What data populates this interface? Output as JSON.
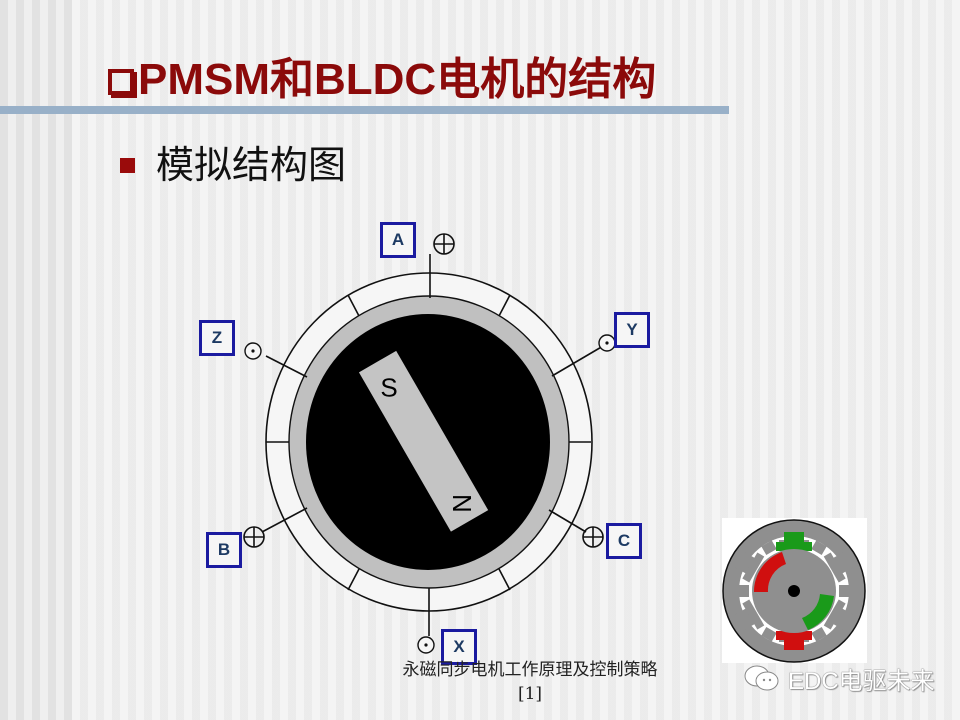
{
  "slide": {
    "title": "PMSM和BLDC电机的结构",
    "title_bullet_icon": "hollow-square-bullet",
    "bullet": {
      "icon": "filled-square-bullet",
      "text": "模拟结构图"
    },
    "colors": {
      "title": "#8b0a0a",
      "rule": "#98b0c8",
      "label_border": "#1b1ba0",
      "label_text": "#1d3a63"
    }
  },
  "diagram": {
    "rotor_magnet": {
      "south_label": "S",
      "north_label": "N"
    },
    "phase_labels": [
      {
        "id": "A",
        "label": "A",
        "symbol": "cross-circle"
      },
      {
        "id": "Y",
        "label": "Y",
        "symbol": "dot-circle"
      },
      {
        "id": "C",
        "label": "C",
        "symbol": "cross-circle"
      },
      {
        "id": "X",
        "label": "X",
        "symbol": "dot-circle"
      },
      {
        "id": "B",
        "label": "B",
        "symbol": "cross-circle"
      },
      {
        "id": "Z",
        "label": "Z",
        "symbol": "dot-circle"
      }
    ]
  },
  "footer": {
    "caption_line1": "永磁同步电机工作原理及控制策略",
    "caption_line2": "[1]"
  },
  "watermark": {
    "icon": "wechat-icon",
    "text": "EDC电驱未来"
  }
}
